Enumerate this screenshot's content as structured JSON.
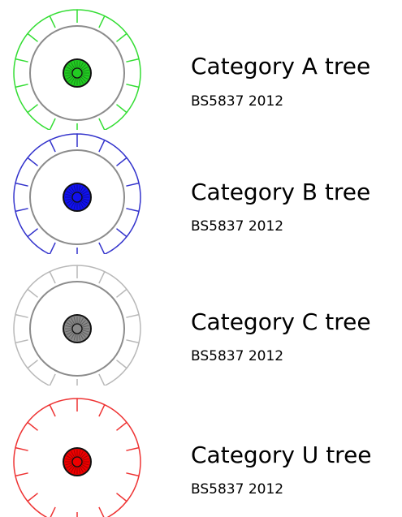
{
  "legend": {
    "entries": [
      {
        "label": "Category A tree",
        "standard": "BS5837 2012",
        "crown_color": "#33dd33",
        "stem_color": "#22cc22",
        "show_rpa": true
      },
      {
        "label": "Category B tree",
        "standard": "BS5837 2012",
        "crown_color": "#3333cc",
        "stem_color": "#1111ee",
        "show_rpa": true
      },
      {
        "label": "Category C tree",
        "standard": "BS5837 2012",
        "crown_color": "#b8b8b8",
        "stem_color": "#888888",
        "show_rpa": true
      },
      {
        "label": "Category U tree",
        "standard": "BS5837 2012",
        "crown_color": "#ee3333",
        "stem_color": "#ee0000",
        "show_rpa": false
      }
    ]
  }
}
